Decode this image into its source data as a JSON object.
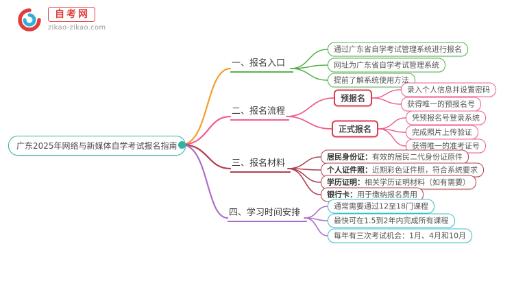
{
  "brand": {
    "logo_text": "自考网",
    "logo_domain": "zikao-zikao.com",
    "logo_colors": {
      "red": "#e23d3d",
      "cyan": "#2fb0d8"
    }
  },
  "mindmap": {
    "root": {
      "title": "广东2025年网络与新媒体自学考试报名指南",
      "color": "#2fb3a7"
    },
    "branches": [
      {
        "label": "一、报名入口",
        "line_color": "#f59d2c",
        "node_color": "#55b24e",
        "items": [
          {
            "text": "通过广东省自学考试管理系统进行报名"
          },
          {
            "text": "网址为广东省自学考试管理系统"
          },
          {
            "text": "提前了解系统使用方法"
          }
        ]
      },
      {
        "label": "二、报名流程",
        "line_color": "#ef5f8e",
        "group_color": "#dd3b4f",
        "groups": [
          {
            "label": "预报名",
            "items": [
              {
                "text": "录入个人信息并设置密码"
              },
              {
                "text": "获得唯一的预报名号"
              }
            ]
          },
          {
            "label": "正式报名",
            "items": [
              {
                "text": "凭预报名号登录系统"
              },
              {
                "text": "完成照片上传验证"
              },
              {
                "text": "获得唯一的准考证号"
              }
            ]
          }
        ]
      },
      {
        "label": "三、报名材料",
        "line_color": "#b1404e",
        "node_color": "#b1404e",
        "items": [
          {
            "label": "居民身份证：",
            "desc": "有效的居民二代身份证原件"
          },
          {
            "label": "个人证件照：",
            "desc": "近期彩色证件照，符合系统要求"
          },
          {
            "label": "学历证明：",
            "desc": "相关学历证明材料（如有需要）"
          },
          {
            "label": "银行卡：",
            "desc": "用于缴纳报名费用"
          }
        ]
      },
      {
        "label": "四、学习时间安排",
        "line_color": "#ab6ecb",
        "node_color": "#3fc0cd",
        "items": [
          {
            "text": "通常需要通过12至18门课程"
          },
          {
            "text": "最快可在1.5到2年内完成所有课程"
          },
          {
            "text": "每年有三次考试机会：1月、4月和10月"
          }
        ]
      }
    ]
  }
}
